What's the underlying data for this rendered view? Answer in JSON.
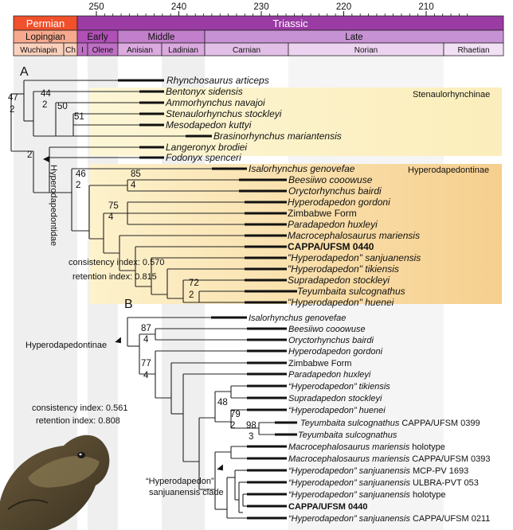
{
  "timescale": {
    "ticks": [
      "250",
      "240",
      "230",
      "220",
      "210"
    ],
    "periods": [
      {
        "label": "Permian",
        "color": "#f0502b"
      },
      {
        "label": "Triassic",
        "color": "#9b3ba4"
      }
    ],
    "epochs": [
      {
        "label": "Lopingian",
        "color": "#f6a98e"
      },
      {
        "label": "Early",
        "color": "#b04fb6"
      },
      {
        "label": "Middle",
        "color": "#c27fcb"
      },
      {
        "label": "Late",
        "color": "#c792d3"
      }
    ],
    "ages": [
      {
        "label": "Wuchiapin",
        "color": "#fbd1bd"
      },
      {
        "label": "Ch",
        "color": "#fbd1bd"
      },
      {
        "label": "I",
        "color": "#bf6fc5"
      },
      {
        "label": "Olene",
        "color": "#bf6fc5"
      },
      {
        "label": "Anisian",
        "color": "#dbaadf"
      },
      {
        "label": "Ladinian",
        "color": "#dbaadf"
      },
      {
        "label": "Carnian",
        "color": "#e2bfe7"
      },
      {
        "label": "Norian",
        "color": "#ecd3ef"
      },
      {
        "label": "Rhaetian",
        "color": "#f2e0f4"
      }
    ]
  },
  "panelA": {
    "label": "A",
    "taxa": [
      "Rhynchosaurus articeps",
      "Bentonyx sidensis",
      "Ammorhynchus navajoi",
      "Stenaulorhynchus stockleyi",
      "Mesodapedon kuttyi",
      "Brasinorhynchus mariantensis",
      "Langeronyx brodiei",
      "Fodonyx spenceri",
      "Isalorhynchus genovefae",
      "Beesiiwo cooowuse",
      "Oryctorhynchus bairdi",
      "Hyperodapedon gordoni",
      "Zimbabwe Form",
      "Paradapedon huxleyi",
      "Macrocephalosaurus mariensis",
      "CAPPA/UFSM 0440",
      "\"Hyperodapedon\" sanjuanensis",
      "\"Hyperodapedon\" tikiensis",
      "Supradapedon stockleyi",
      "Teyumbaita sulcognathus",
      "\"Hyperodapedon\" huenei"
    ],
    "support": [
      "47",
      "2",
      "44",
      "2",
      "50",
      "51",
      "2",
      "46",
      "2",
      "85",
      "4",
      "75",
      "4",
      "72",
      "2"
    ],
    "clades": {
      "stenaulorhynchinae": "Stenaulorhynchinae",
      "hyperodapedontinae": "Hyperodapedontinae",
      "hyperodapedontidae": "Hyperodapedontidae"
    },
    "ci": "consistency index: 0.570",
    "ri": "retention index: 0.815"
  },
  "panelB": {
    "label": "B",
    "taxa": [
      {
        "name": "Isalorhynchus genovefae",
        "spec": ""
      },
      {
        "name": "Beesiiwo cooowuse",
        "spec": ""
      },
      {
        "name": "Oryctorhynchus bairdi",
        "spec": ""
      },
      {
        "name": "Hyperodapedon gordoni",
        "spec": ""
      },
      {
        "name": "Zimbabwe Form",
        "spec": ""
      },
      {
        "name": "Paradapedon huxleyi",
        "spec": ""
      },
      {
        "name": "“Hyperodapedon” tikiensis",
        "spec": ""
      },
      {
        "name": "Supradapedon stockleyi",
        "spec": ""
      },
      {
        "name": "“Hyperodapedon” huenei",
        "spec": ""
      },
      {
        "name": "Teyumbaita sulcognathus",
        "spec": " CAPPA/UFSM 0399"
      },
      {
        "name": "Teyumbaita sulcognathus",
        "spec": ""
      },
      {
        "name": "Macrocephalosaurus mariensis",
        "spec": " holotype"
      },
      {
        "name": "Macrocephalosaurus mariensis",
        "spec": " CAPPA/UFSM 0393"
      },
      {
        "name": "“Hyperodapedon” sanjuanensis",
        "spec": " MCP-PV 1693"
      },
      {
        "name": "“Hyperodapedon” sanjuanensis",
        "spec": " ULBRA-PVT 053"
      },
      {
        "name": "“Hyperodapedon” sanjuanensis",
        "spec": " holotype"
      },
      {
        "name": "CAPPA/UFSM 0440",
        "spec": ""
      },
      {
        "name": "“Hyperodapedon” sanjuanensis",
        "spec": " CAPPA/UFSM 0211"
      }
    ],
    "support": [
      "87",
      "4",
      "77",
      "4",
      "48",
      "79",
      "2",
      "98",
      "3"
    ],
    "clade_hyp": "Hyperodapedontinae",
    "clade_sj1": "“Hyperodapedon”",
    "clade_sj2": "sanjuanensis clade",
    "ci": "consistency index: 0.561",
    "ri": "retention index: 0.808"
  }
}
